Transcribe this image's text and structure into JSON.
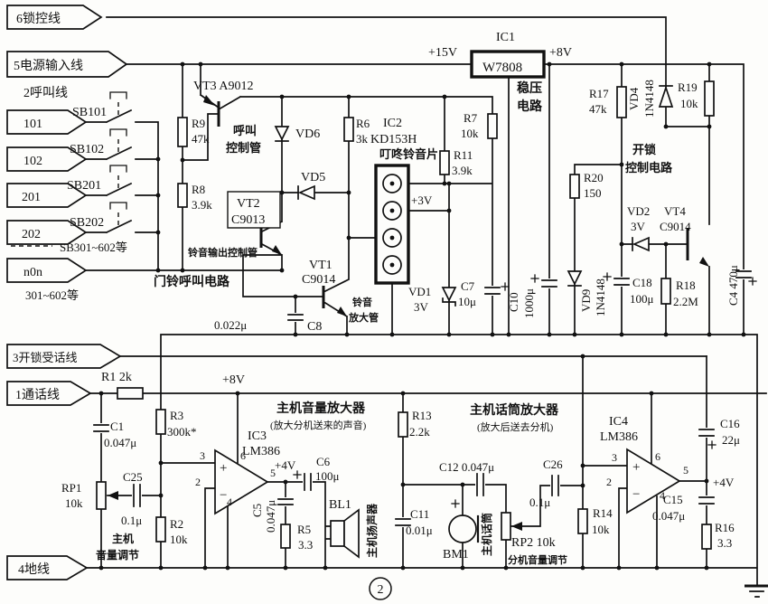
{
  "figure": {
    "number": "2"
  },
  "flags": {
    "lock": "6锁控线",
    "power": "5电源输入线",
    "n101": "101",
    "n102": "102",
    "n201": "201",
    "n202": "202",
    "n0n": "n0n",
    "unlock_talk": "3开锁受话线",
    "talk": "1通话线",
    "ground": "4地线"
  },
  "left": {
    "call_line": "2呼叫线",
    "sb101": "SB101",
    "sb102": "SB102",
    "sb201": "SB201",
    "sb202": "SB202",
    "sb_range": "SB301~602等",
    "num_range": "301~602等",
    "doorbell": "门铃呼叫电路",
    "ring_out": "铃音输出控制管"
  },
  "top": {
    "vt3": "VT3 A9012",
    "r9": "R9",
    "r9v": "47k",
    "r8": "R8",
    "r8v": "3.9k",
    "call1": "呼叫",
    "call2": "控制管",
    "vt2": "VT2",
    "vt2t": "C9013",
    "vd6": "VD6",
    "vd5": "VD5",
    "vt1": "VT1",
    "vt1t": "C9014",
    "ring1": "铃音",
    "ring2": "放大管",
    "c8v": "0.022μ",
    "c8": "C8",
    "r6": "R6",
    "r6v": "3k",
    "ic2": "IC2",
    "ic2t": "KD153H",
    "ic2n": "叮咚铃音片",
    "p3": "+3V",
    "vd1": "VD1",
    "vd1v": "3V",
    "c7": "C7",
    "c7v": "10μ",
    "c10": "C10",
    "c10v": "1000μ",
    "r7": "R7",
    "r7v": "10k",
    "r11": "R11",
    "r11v": "3.9k",
    "p15": "+15V",
    "ic1": "IC1",
    "w7808": "W7808",
    "p8": "+8V",
    "reg1": "稳压",
    "reg2": "电路"
  },
  "right": {
    "r17": "R17",
    "r17v": "47k",
    "vd4": "VD4",
    "vd4v": "1N4148",
    "r19": "R19",
    "r19v": "10k",
    "unlock1": "开锁",
    "unlock2": "控制电路",
    "r20": "R20",
    "r20v": "150",
    "vd2": "VD2",
    "vd2v": "3V",
    "vt4": "VT4",
    "vt4t": "C9014",
    "vd9": "VD9",
    "vd9v": "1N4148",
    "c18": "C18",
    "c18v": "100μ",
    "r18": "R18",
    "r18v": "2.2M",
    "c4": "C4 470μ"
  },
  "audio": {
    "p8": "+8V",
    "r1": "R1 2k",
    "c1": "C1",
    "c1v": "0.047μ",
    "rp1": "RP1",
    "rp1v": "10k",
    "c25": "C25",
    "c25v": "0.1μ",
    "r2": "R2",
    "r2v": "10k",
    "vol1": "主机",
    "vol2": "音量调节",
    "r3": "R3",
    "r3v": "300k*",
    "amp_title": "主机音量放大器",
    "amp_sub": "(放大分机送来的声音)",
    "ic3": "IC3",
    "ic3t": "LM386",
    "plus": "+",
    "minus": "−",
    "pin2": "2",
    "pin3": "3",
    "pin4": "4",
    "pin5": "5",
    "pin6": "6",
    "p4": "+4V",
    "c6": "C6",
    "c6v": "100μ",
    "c5": "C5",
    "c5v": "0.047μ",
    "r5": "R5",
    "r5v": "3.3",
    "bl1": "BL1",
    "spk": "主机扬声器",
    "r13": "R13",
    "r13v": "2.2k",
    "mic_title": "主机话筒放大器",
    "mic_sub": "(放大后送去分机)",
    "c12": "C12 0.047μ",
    "c11": "C11",
    "c11v": "0.01μ",
    "bm1": "BM1",
    "mic": "主机话筒",
    "rp2": "RP2 10k",
    "ext_vol": "分机音量调节",
    "c26": "C26",
    "c26v": "0.1μ",
    "r14": "R14",
    "r14v": "10k",
    "ic4": "IC4",
    "ic4t": "LM386",
    "c16": "C16",
    "c16v": "22μ",
    "c15": "C15",
    "c15v": "0.047μ",
    "r16": "R16",
    "r16v": "3.3"
  }
}
